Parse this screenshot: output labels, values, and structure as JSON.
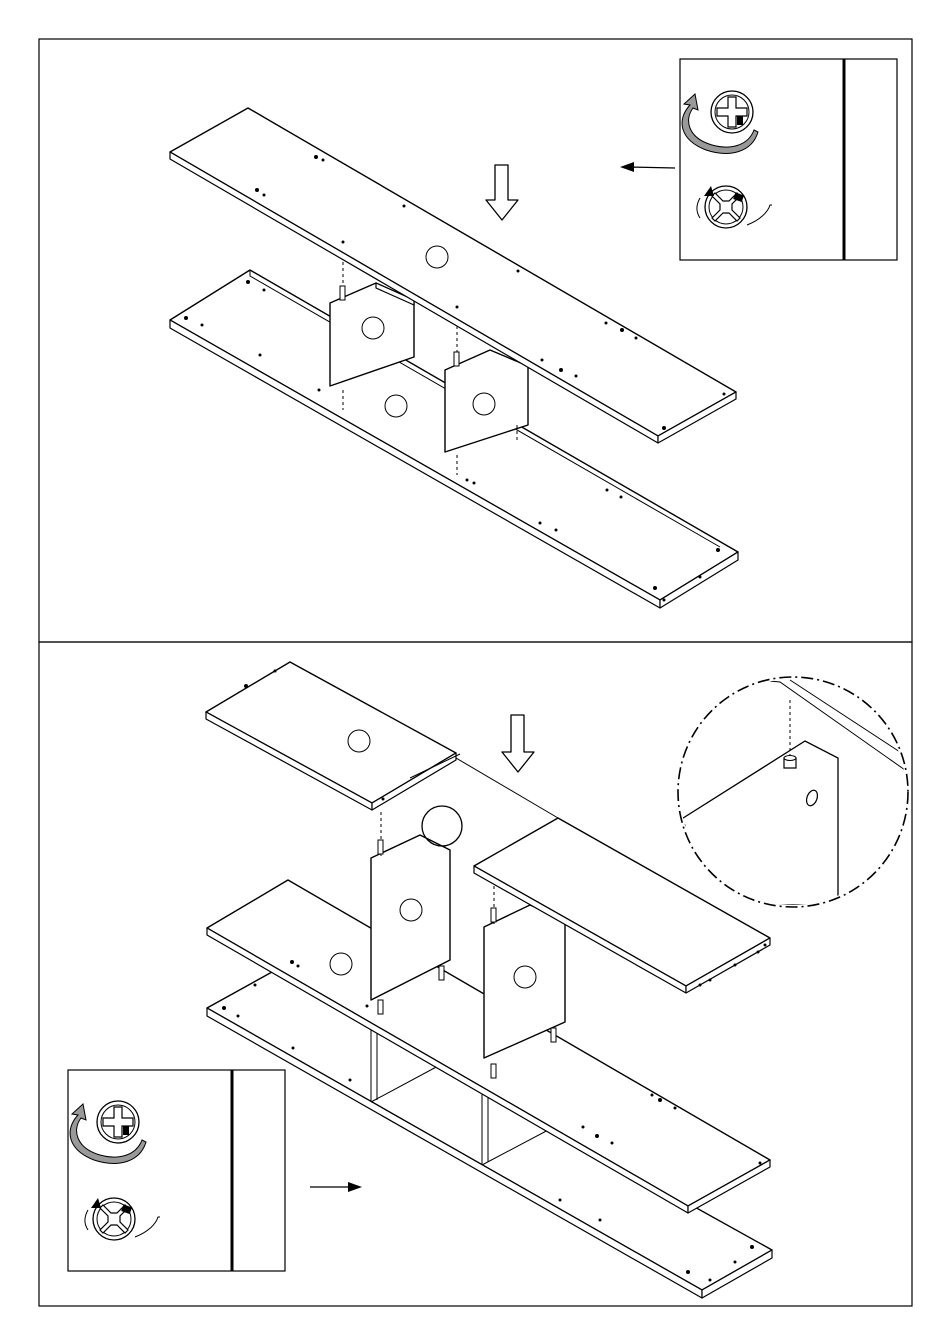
{
  "document": {
    "panels": [
      {
        "id": "step-top",
        "direction_arrow": "down",
        "tool_hint": [
          "turn-left-icon",
          "turn-right-icon"
        ]
      },
      {
        "id": "step-bottom",
        "direction_arrow": "down",
        "tool_hint": [
          "turn-left-icon",
          "turn-right-icon"
        ],
        "detail_view": "dowel-detail"
      }
    ],
    "part_labels": [
      "",
      "",
      "",
      "",
      "",
      "",
      "",
      ""
    ]
  },
  "icons": {
    "screwdriver_left": "screw-turn-counterclockwise-icon",
    "screwdriver_right": "screw-turn-clockwise-icon",
    "pointer_arrow": "pointer-arrow-icon",
    "down_arrow": "down-arrow-icon"
  },
  "colors": {
    "line": "#000000",
    "background": "#ffffff",
    "arrow_fill": "#999999"
  }
}
